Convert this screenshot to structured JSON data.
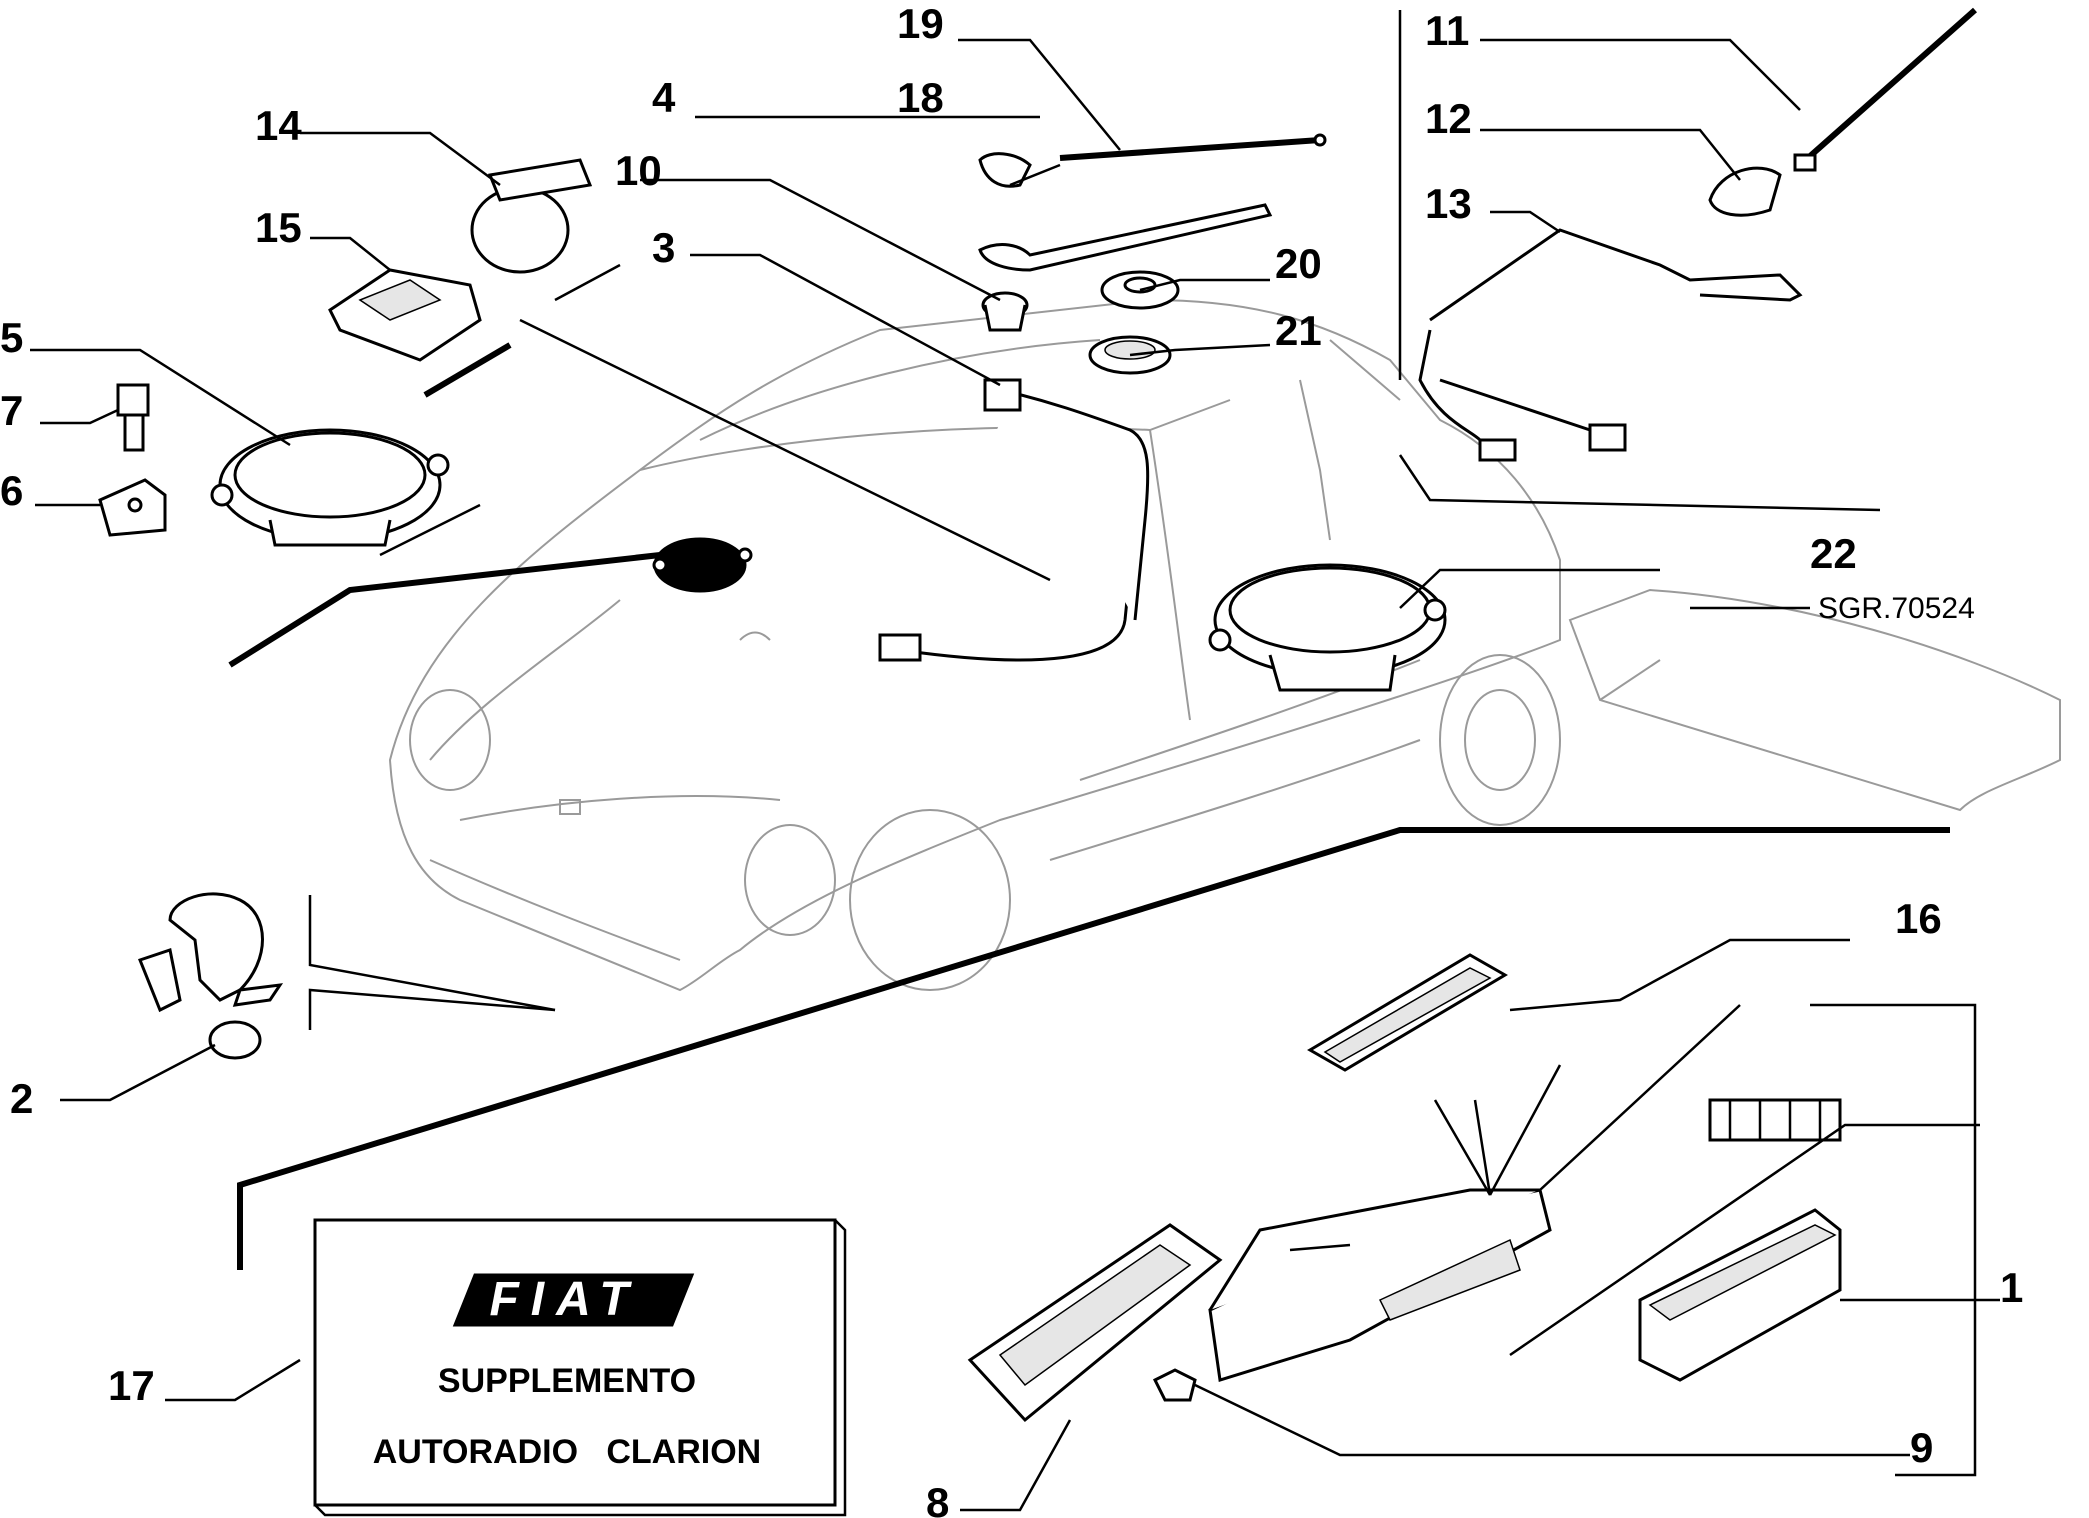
{
  "diagram": {
    "drawing_code": "SGR.70524",
    "callouts": [
      "1",
      "2",
      "3",
      "4",
      "5",
      "6",
      "7",
      "8",
      "9",
      "10",
      "11",
      "12",
      "13",
      "14",
      "15",
      "16",
      "17",
      "18",
      "19",
      "20",
      "21",
      "22"
    ],
    "manual": {
      "logo": "FIAT",
      "line1": "SUPPLEMENTO",
      "line2": "AUTORADIO   CLARION"
    }
  }
}
